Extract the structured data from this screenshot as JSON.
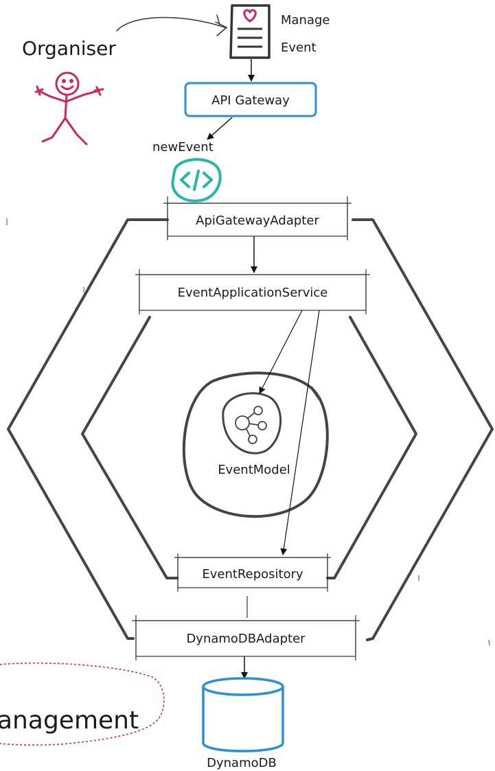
{
  "actor": {
    "label": "Organiser",
    "color": "#d0245e"
  },
  "manage_event": {
    "line1": "Manage",
    "line2": "Event"
  },
  "api_gateway": {
    "label": "API Gateway",
    "color": "#2b8fd6"
  },
  "new_event": {
    "label": "newEvent"
  },
  "lambda_icon": {
    "name": "code-icon",
    "color": "#22b8a4"
  },
  "adapters": {
    "api_gateway_adapter": "ApiGatewayAdapter",
    "application_service": "EventApplicationService",
    "repository": "EventRepository",
    "dynamodb_adapter": "DynamoDBAdapter"
  },
  "domain": {
    "model_label": "EventModel",
    "icon": "graph-icon"
  },
  "database": {
    "label": "DynamoDB",
    "color": "#2b8fd6"
  },
  "bounded_context": {
    "visible_text": "anagement",
    "border_color": "#d0245e"
  }
}
